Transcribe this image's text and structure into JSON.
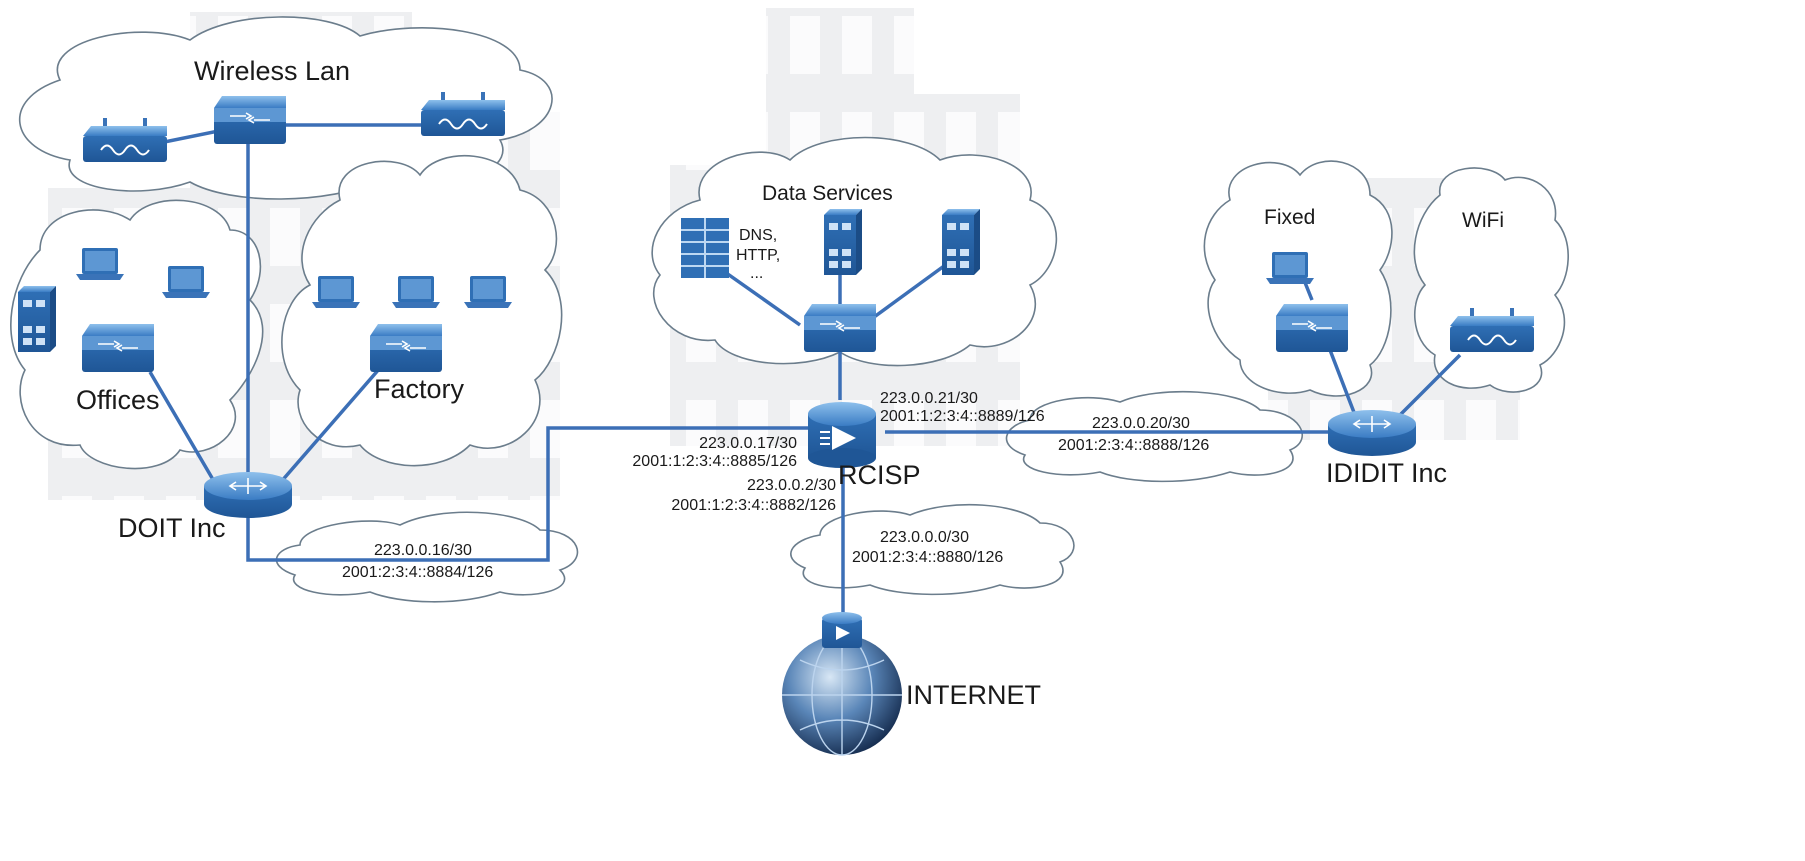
{
  "labels": {
    "wireless_lan": "Wireless Lan",
    "offices": "Offices",
    "factory": "Factory",
    "doit": "DOIT Inc",
    "data_services": "Data Services",
    "dns_line1": "DNS,",
    "dns_line2": "HTTP,",
    "dns_line3": "...",
    "rcisp": "RCISP",
    "fixed": "Fixed",
    "wifi": "WiFi",
    "ididit": "IDIDIT Inc",
    "internet": "INTERNET"
  },
  "links": {
    "doit_ipv4": "223.0.0.16/30",
    "doit_ipv6": "2001:2:3:4::8884/126",
    "rcisp_w_ipv4": "223.0.0.17/30",
    "rcisp_w_ipv6": "2001:1:2:3:4::8885/126",
    "rcisp_e_ipv4": "223.0.0.21/30",
    "rcisp_e_ipv6": "2001:1:2:3:4::8889/126",
    "ididit_ipv4": "223.0.0.20/30",
    "ididit_ipv6": "2001:2:3:4::8888/126",
    "rcisp_s_ipv4": "223.0.0.2/30",
    "rcisp_s_ipv6": "2001:1:2:3:4::8882/126",
    "internet_ipv4": "223.0.0.0/30",
    "internet_ipv6": "2001:2:3:4::8880/126"
  },
  "colors": {
    "device": "#3a73b8",
    "link": "#3c6fb6",
    "building": "#eeeff1"
  },
  "icons": [
    "router-icon",
    "switch-icon",
    "wireless-router-icon",
    "laptop-icon",
    "server-icon",
    "globe-icon"
  ]
}
